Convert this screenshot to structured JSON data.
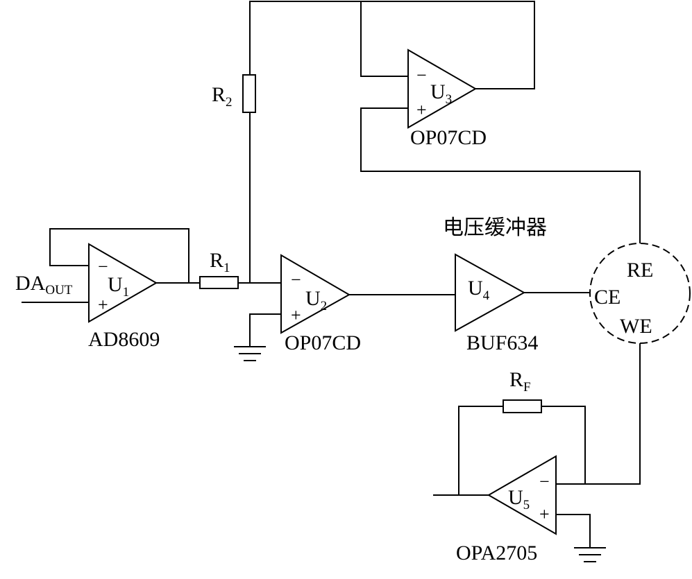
{
  "inputs": {
    "da_out": {
      "main": "DA",
      "sub": "OUT"
    }
  },
  "amplifiers": {
    "u1": {
      "main": "U",
      "sub": "1",
      "part": "AD8609",
      "minus": "−",
      "plus": "+"
    },
    "u2": {
      "main": "U",
      "sub": "2",
      "part": "OP07CD",
      "minus": "−",
      "plus": "+"
    },
    "u3": {
      "main": "U",
      "sub": "3",
      "part": "OP07CD",
      "minus": "−",
      "plus": "+"
    },
    "u4": {
      "main": "U",
      "sub": "4",
      "part": "BUF634",
      "caption": "电压缓冲器"
    },
    "u5": {
      "main": "U",
      "sub": "5",
      "part": "OPA2705",
      "minus": "−",
      "plus": "+"
    }
  },
  "resistors": {
    "r1": {
      "main": "R",
      "sub": "1"
    },
    "r2": {
      "main": "R",
      "sub": "2"
    },
    "rf": {
      "main": "R",
      "sub": "F"
    }
  },
  "cell": {
    "re": "RE",
    "ce": "CE",
    "we": "WE"
  }
}
